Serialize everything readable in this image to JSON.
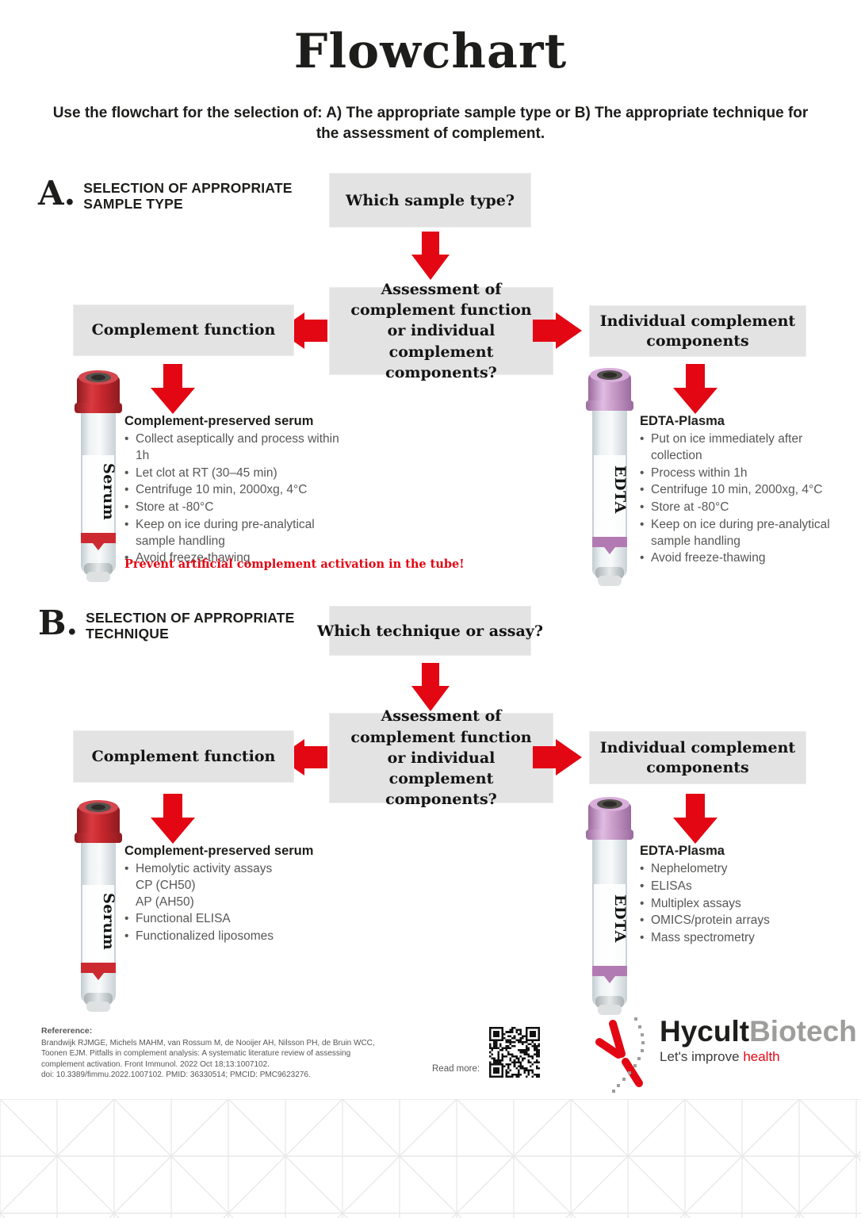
{
  "colors": {
    "accent_red": "#e30613",
    "box_gray": "#e3e3e3",
    "body_text_gray": "#575756",
    "ink": "#1d1d1b",
    "logo_gray": "#9d9d9c",
    "serum_cap_red": "#c5262c",
    "edta_cap_purple": "#c79ac7"
  },
  "header": {
    "title": "Flowchart",
    "subtitle": "Use the flowchart for the selection of: A) The appropriate sample type or B) The appropriate technique for the assessment of complement."
  },
  "sections": [
    {
      "letter": "A.",
      "heading": "SELECTION OF APPROPRIATE\nSAMPLE TYPE",
      "question": "Which sample type?",
      "decision": "Assessment of complement function or individual complement components?",
      "left": {
        "box": "Complement function",
        "tube_label": "Serum",
        "list_title": "Complement-preserved serum",
        "bullets": [
          "Collect aseptically and process within 1h",
          "Let clot at RT (30–45 min)",
          "Centrifuge 10 min, 2000xg, 4°C",
          "Store at -80°C",
          "Keep on ice during pre-analytical sample handling",
          "Avoid freeze-thawing"
        ],
        "warning": "Prevent artificial complement activation in the tube!"
      },
      "right": {
        "box": "Individual complement components",
        "tube_label": "EDTA",
        "list_title": "EDTA-Plasma",
        "bullets": [
          "Put on ice immediately after collection",
          "Process within 1h",
          "Centrifuge 10 min, 2000xg, 4°C",
          "Store at -80°C",
          "Keep on ice during pre-analytical sample handling",
          "Avoid freeze-thawing"
        ]
      }
    },
    {
      "letter": "B.",
      "heading": "SELECTION OF APPROPRIATE\nTECHNIQUE",
      "question": "Which technique or assay?",
      "decision": "Assessment of complement function or individual complement components?",
      "left": {
        "box": "Complement function",
        "tube_label": "Serum",
        "list_title": "Complement-preserved serum",
        "bullets": [
          "Hemolytic activity assays\nCP (CH50)\nAP (AH50)",
          "Functional ELISA",
          "Functionalized liposomes"
        ]
      },
      "right": {
        "box": "Individual complement components",
        "tube_label": "EDTA",
        "list_title": "EDTA-Plasma",
        "bullets": [
          "Nephelometry",
          "ELISAs",
          "Multiplex assays",
          "OMICS/protein arrays",
          "Mass spectrometry"
        ]
      }
    }
  ],
  "footer": {
    "reference_label": "Refererence:",
    "reference": "Brandwijk RJMGE, Michels MAHM, van Rossum M, de Nooijer AH, Nilsson PH, de Bruin WCC,\nToonen EJM. Pitfalls in complement analysis: A systematic literature review of assessing\ncomplement activation. Front Immunol. 2022 Oct 18;13:1007102.\ndoi: 10.3389/fimmu.2022.1007102. PMID: 36330514; PMCID: PMC9623276.",
    "read_more": "Read more:",
    "qr_icon": "qr-code",
    "logo": {
      "name_black": "Hycult",
      "name_gray": "Biotech",
      "tagline": "Let's improve",
      "tagline_accent": "health"
    }
  }
}
